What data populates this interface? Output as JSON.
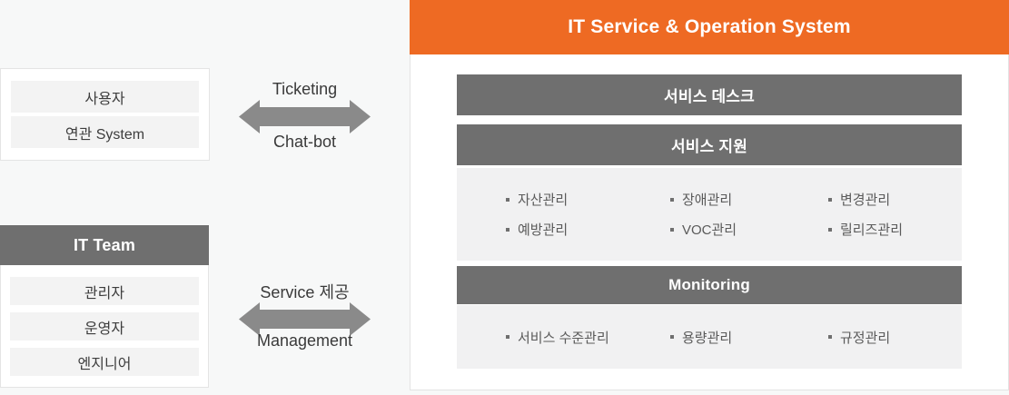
{
  "colors": {
    "accent_orange": "#EE6A23",
    "header_gray": "#6F6F6F",
    "panel_gray": "#F1F1F2",
    "arrow_gray": "#8A8A8A",
    "page_background": "#F7F8F8"
  },
  "users_box": {
    "items": [
      "사용자",
      "연관 System"
    ]
  },
  "arrows": {
    "top": {
      "label_above": "Ticketing",
      "label_below": "Chat-bot"
    },
    "bottom": {
      "label_above": "Service 제공",
      "label_below": "Management"
    }
  },
  "it_team_box": {
    "title": "IT Team",
    "items": [
      "관리자",
      "운영자",
      "엔지니어"
    ]
  },
  "main_panel": {
    "title": "IT Service & Operation System",
    "service_desk": {
      "title": "서비스 데스크"
    },
    "service_support": {
      "title": "서비스 지원",
      "items": [
        "자산관리",
        "장애관리",
        "변경관리",
        "예방관리",
        "VOC관리",
        "릴리즈관리"
      ]
    },
    "monitoring": {
      "title": "Monitoring",
      "items": [
        "서비스 수준관리",
        "용량관리",
        "규정관리"
      ]
    }
  }
}
